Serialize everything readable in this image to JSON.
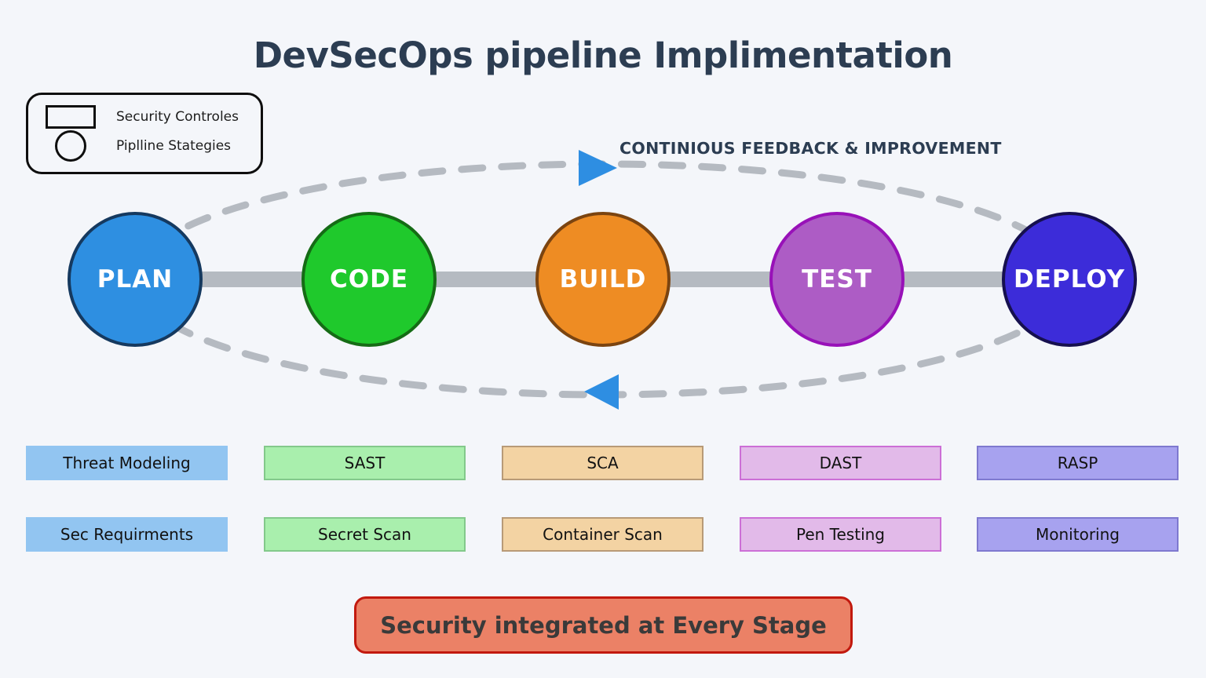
{
  "title": "DevSecOps pipeline Implimentation",
  "legend": {
    "items": [
      {
        "shape": "rectangle",
        "label": "Security Controles"
      },
      {
        "shape": "circle",
        "label": "Piplline Stategies"
      }
    ]
  },
  "feedback_label": "CONTINIOUS FEEDBACK & IMPROVEMENT",
  "pipeline": {
    "stages": [
      {
        "label": "PLAN",
        "fill": "#2e8fe1",
        "border": "#15395f"
      },
      {
        "label": "CODE",
        "fill": "#1fc92c",
        "border": "#156b15"
      },
      {
        "label": "BUILD",
        "fill": "#ee8c23",
        "border": "#7b4410"
      },
      {
        "label": "TEST",
        "fill": "#ad5cc5",
        "border": "#9811b8"
      },
      {
        "label": "DEPLOY",
        "fill": "#3c2cd9",
        "border": "#16104f"
      }
    ]
  },
  "controls": {
    "columns": [
      {
        "stage": "PLAN",
        "fill": "#92c5f1",
        "border": "#92c5f1",
        "items": [
          "Threat Modeling",
          "Sec Requirments"
        ]
      },
      {
        "stage": "CODE",
        "fill": "#a9efad",
        "border": "#83c98b",
        "items": [
          "SAST",
          "Secret Scan"
        ]
      },
      {
        "stage": "BUILD",
        "fill": "#f3d3a3",
        "border": "#b89a77",
        "items": [
          "SCA",
          "Container Scan"
        ]
      },
      {
        "stage": "TEST",
        "fill": "#e2bae9",
        "border": "#cc6fd6",
        "items": [
          "DAST",
          "Pen Testing"
        ]
      },
      {
        "stage": "DEPLOY",
        "fill": "#a7a2ef",
        "border": "#7e79cf",
        "items": [
          "RASP",
          "Monitoring"
        ]
      }
    ]
  },
  "banner": "Security integrated at Every Stage",
  "colors": {
    "background": "#f4f6fa",
    "heading_text": "#2c3d52",
    "connector_gray": "#b5bac1",
    "dash_gray": "#b5bac1",
    "arrow_blue": "#2e8ee2",
    "banner_fill": "#eb8166",
    "banner_border": "#c2190e"
  }
}
